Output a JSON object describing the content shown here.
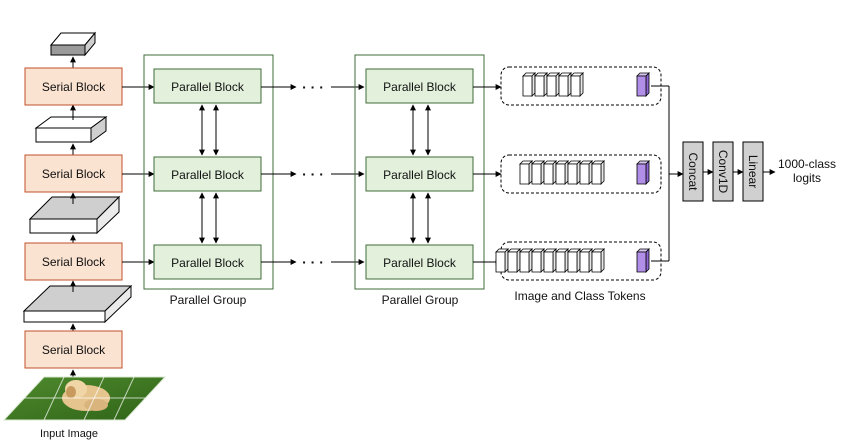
{
  "serial_blocks": [
    "Serial Block",
    "Serial Block",
    "Serial Block",
    "Serial Block"
  ],
  "parallel_groups": [
    {
      "label": "Parallel Group",
      "blocks": [
        "Parallel Block",
        "Parallel Block",
        "Parallel Block"
      ]
    },
    {
      "label": "Parallel Group",
      "blocks": [
        "Parallel Block",
        "Parallel Block",
        "Parallel Block"
      ]
    }
  ],
  "ellipsis": "· · ·",
  "tokens": {
    "label": "Image and Class Tokens",
    "image_token_counts": [
      5,
      7,
      9
    ],
    "class_token_color": "#b18fe8"
  },
  "head": {
    "concat": "Concat",
    "conv": "Conv1D",
    "linear": "Linear"
  },
  "output": {
    "line1": "1000-class",
    "line2": "logits"
  },
  "input_label": "Input Image",
  "colors": {
    "serial_fill": "#fbe3d2",
    "parallel_fill": "#e3f1dc",
    "group_border": "#3f6b3a",
    "head_fill": "#d0d0d0"
  }
}
